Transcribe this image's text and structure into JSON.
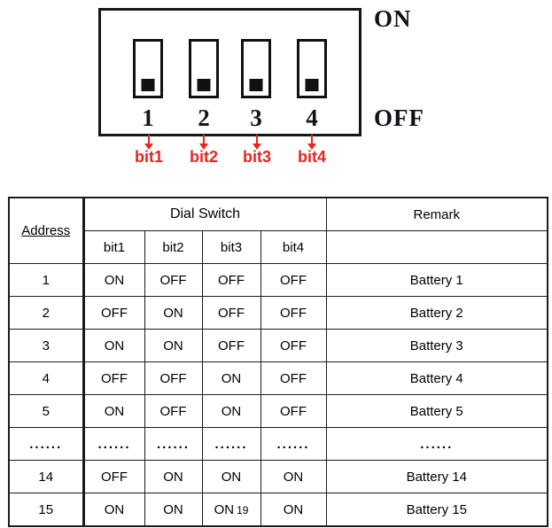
{
  "figure": {
    "on_label": "ON",
    "off_label": "OFF",
    "switches": [
      {
        "number": "1",
        "bit_label": "bit1",
        "handle_position": "down"
      },
      {
        "number": "2",
        "bit_label": "bit2",
        "handle_position": "down"
      },
      {
        "number": "3",
        "bit_label": "bit3",
        "handle_position": "down"
      },
      {
        "number": "4",
        "bit_label": "bit4",
        "handle_position": "down"
      }
    ],
    "colors": {
      "annotation_red": "#e8251f",
      "outline_black": "#161616"
    }
  },
  "table": {
    "headers": {
      "address": "Address",
      "dial_switch": "Dial Switch",
      "remark": "Remark",
      "bit_columns": [
        "bit1",
        "bit2",
        "bit3",
        "bit4"
      ]
    },
    "rows": [
      {
        "address": "1",
        "bit1": "ON",
        "bit2": "OFF",
        "bit3": "OFF",
        "bit4": "OFF",
        "remark": "Battery 1"
      },
      {
        "address": "2",
        "bit1": "OFF",
        "bit2": "ON",
        "bit3": "OFF",
        "bit4": "OFF",
        "remark": "Battery 2"
      },
      {
        "address": "3",
        "bit1": "ON",
        "bit2": "ON",
        "bit3": "OFF",
        "bit4": "OFF",
        "remark": "Battery 3"
      },
      {
        "address": "4",
        "bit1": "OFF",
        "bit2": "OFF",
        "bit3": "ON",
        "bit4": "OFF",
        "remark": "Battery 4"
      },
      {
        "address": "5",
        "bit1": "ON",
        "bit2": "OFF",
        "bit3": "ON",
        "bit4": "OFF",
        "remark": "Battery 5"
      },
      {
        "address": "......",
        "bit1": "......",
        "bit2": "......",
        "bit3": "......",
        "bit4": "......",
        "remark": "......"
      },
      {
        "address": "14",
        "bit1": "OFF",
        "bit2": "ON",
        "bit3": "ON",
        "bit4": "ON",
        "remark": "Battery 14"
      },
      {
        "address": "15",
        "bit1": "ON",
        "bit2": "ON",
        "bit3": "ON",
        "bit4": "ON",
        "remark": "Battery 15",
        "page_number_artifact": "19"
      }
    ]
  }
}
